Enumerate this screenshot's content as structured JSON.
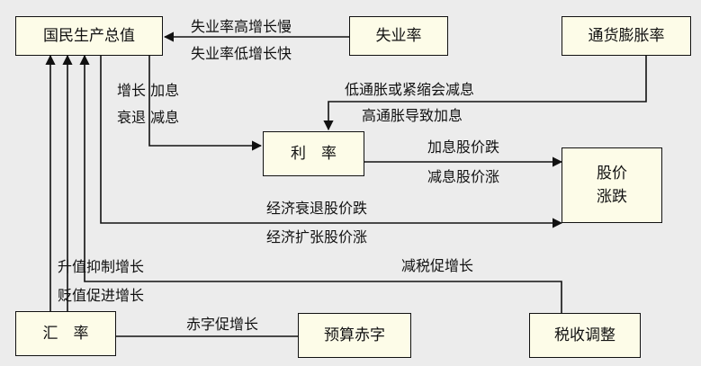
{
  "nodes": {
    "gdp": "国民生产总值",
    "unemployment": "失业率",
    "inflation": "通货膨胀率",
    "interest": "利　率",
    "stock_line1": "股价",
    "stock_line2": "涨跌",
    "exchange": "汇　率",
    "deficit": "预算赤字",
    "tax": "税收调整"
  },
  "edge_labels": {
    "unemp_high": "失业率高增长慢",
    "unemp_low": "失业率低增长快",
    "growth_hike": "增长 加息",
    "recession_cut": "衰退 减息",
    "low_inflation": "低通胀或紧缩会减息",
    "high_inflation": "高通胀导致加息",
    "hike_stock": "加息股价跌",
    "cut_stock": "减息股价涨",
    "recession_stock": "经济衰退股价跌",
    "expansion_stock": "经济扩张股价涨",
    "tax_cut": "减税促增长",
    "appreciation": "升值抑制增长",
    "depreciation": "贬值促进增长",
    "deficit_growth": "赤字促增长"
  },
  "colors": {
    "line": "#111111",
    "box_fill": "#fdfce8",
    "background": "#ececec"
  }
}
